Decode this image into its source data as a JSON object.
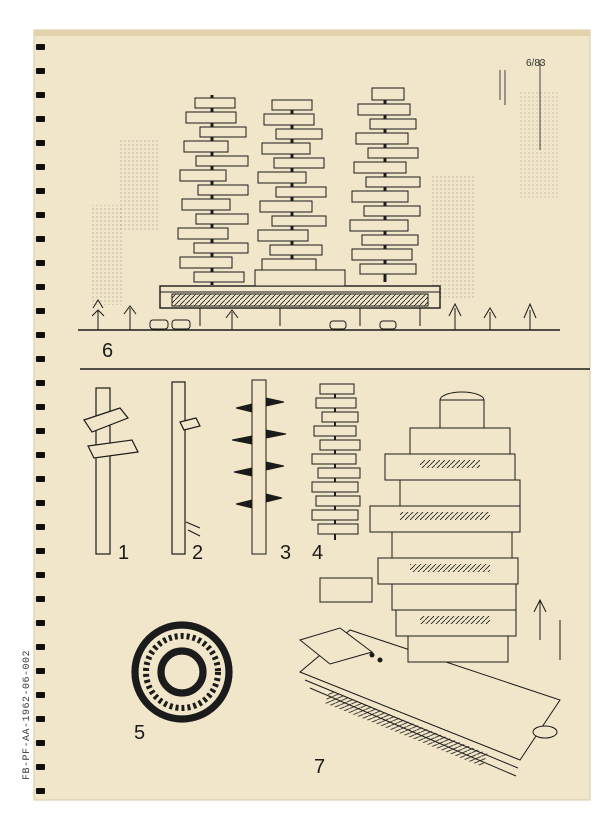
{
  "page": {
    "ref": "6/83",
    "archive_stamp": "FB-PF-AA-1962-06-002"
  },
  "figures": [
    {
      "id": "fig-6",
      "label": "6"
    },
    {
      "id": "fig-1",
      "label": "1"
    },
    {
      "id": "fig-2",
      "label": "2"
    },
    {
      "id": "fig-3",
      "label": "3"
    },
    {
      "id": "fig-4",
      "label": "4"
    },
    {
      "id": "fig-5",
      "label": "5"
    },
    {
      "id": "fig-7",
      "label": "7"
    }
  ],
  "colors": {
    "paper": "#f1e6c9",
    "ink": "#1b1b1b",
    "page_edge": "#e2d3ad",
    "binding": "#0f0f0f"
  }
}
